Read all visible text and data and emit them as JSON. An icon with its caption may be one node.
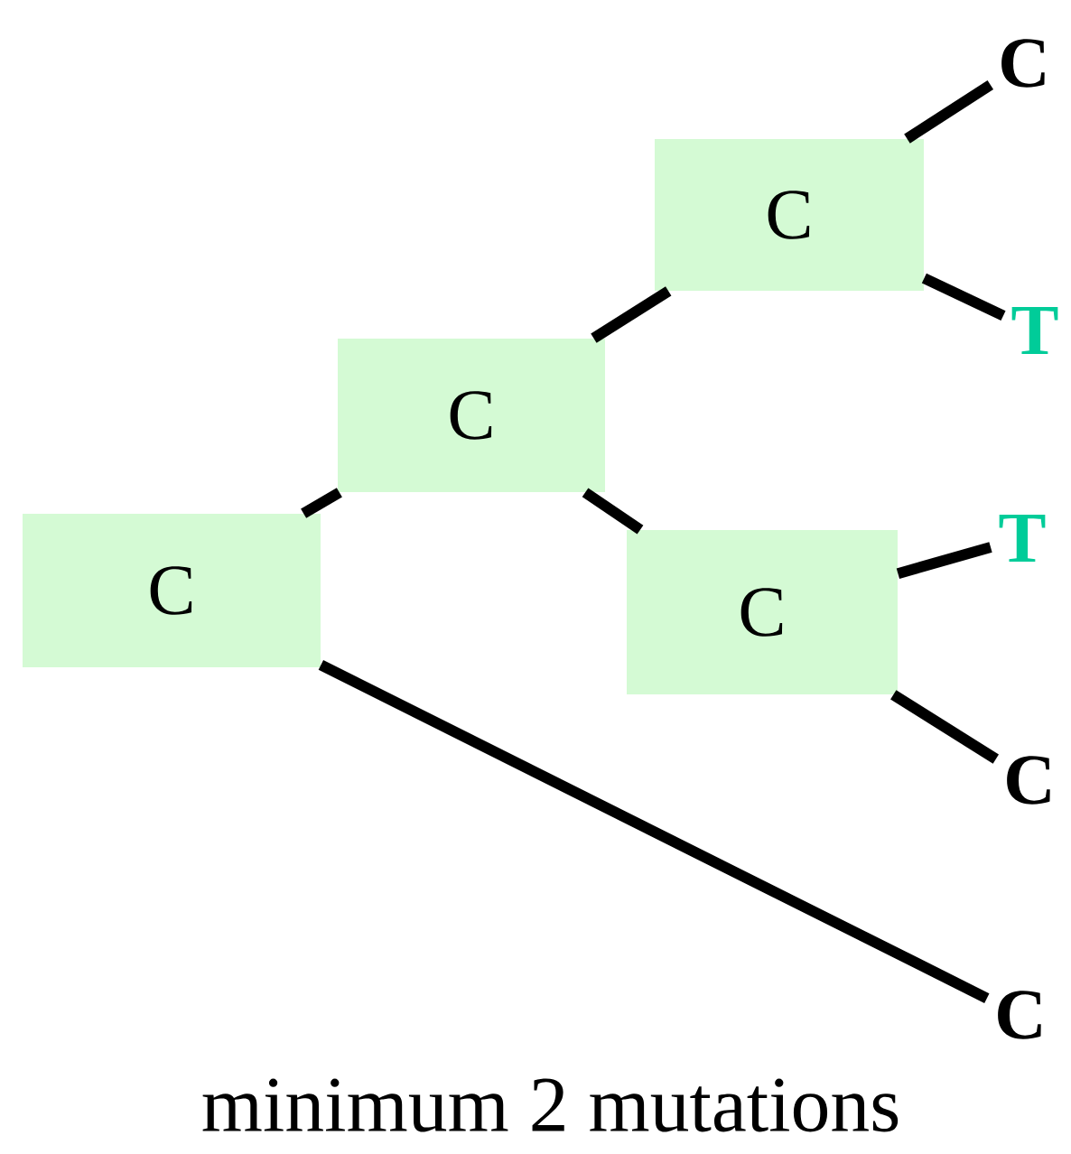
{
  "diagram": {
    "caption": "minimum 2 mutations",
    "nodes": [
      {
        "text": [
          "C"
        ]
      },
      {
        "text": [
          "C"
        ]
      },
      {
        "text": [
          "C"
        ]
      },
      {
        "text": [
          "C"
        ]
      },
      {
        "text": [
          "C"
        ]
      },
      {
        "text": [
          "T"
        ]
      },
      {
        "text": [
          "T"
        ]
      },
      {
        "text": [
          "C"
        ]
      },
      {
        "text": [
          "C"
        ]
      }
    ],
    "edges": [
      {
        "from": 0,
        "to": 1,
        "arrow": "none"
      },
      {
        "from": 1,
        "to": 2,
        "arrow": "none"
      },
      {
        "from": 2,
        "to": 4,
        "arrow": "none"
      },
      {
        "from": 2,
        "to": 5,
        "arrow": "none"
      },
      {
        "from": 1,
        "to": 3,
        "arrow": "none"
      },
      {
        "from": 3,
        "to": 6,
        "arrow": "none"
      },
      {
        "from": 3,
        "to": 7,
        "arrow": "none"
      },
      {
        "from": 0,
        "to": 8,
        "arrow": "none"
      }
    ]
  }
}
